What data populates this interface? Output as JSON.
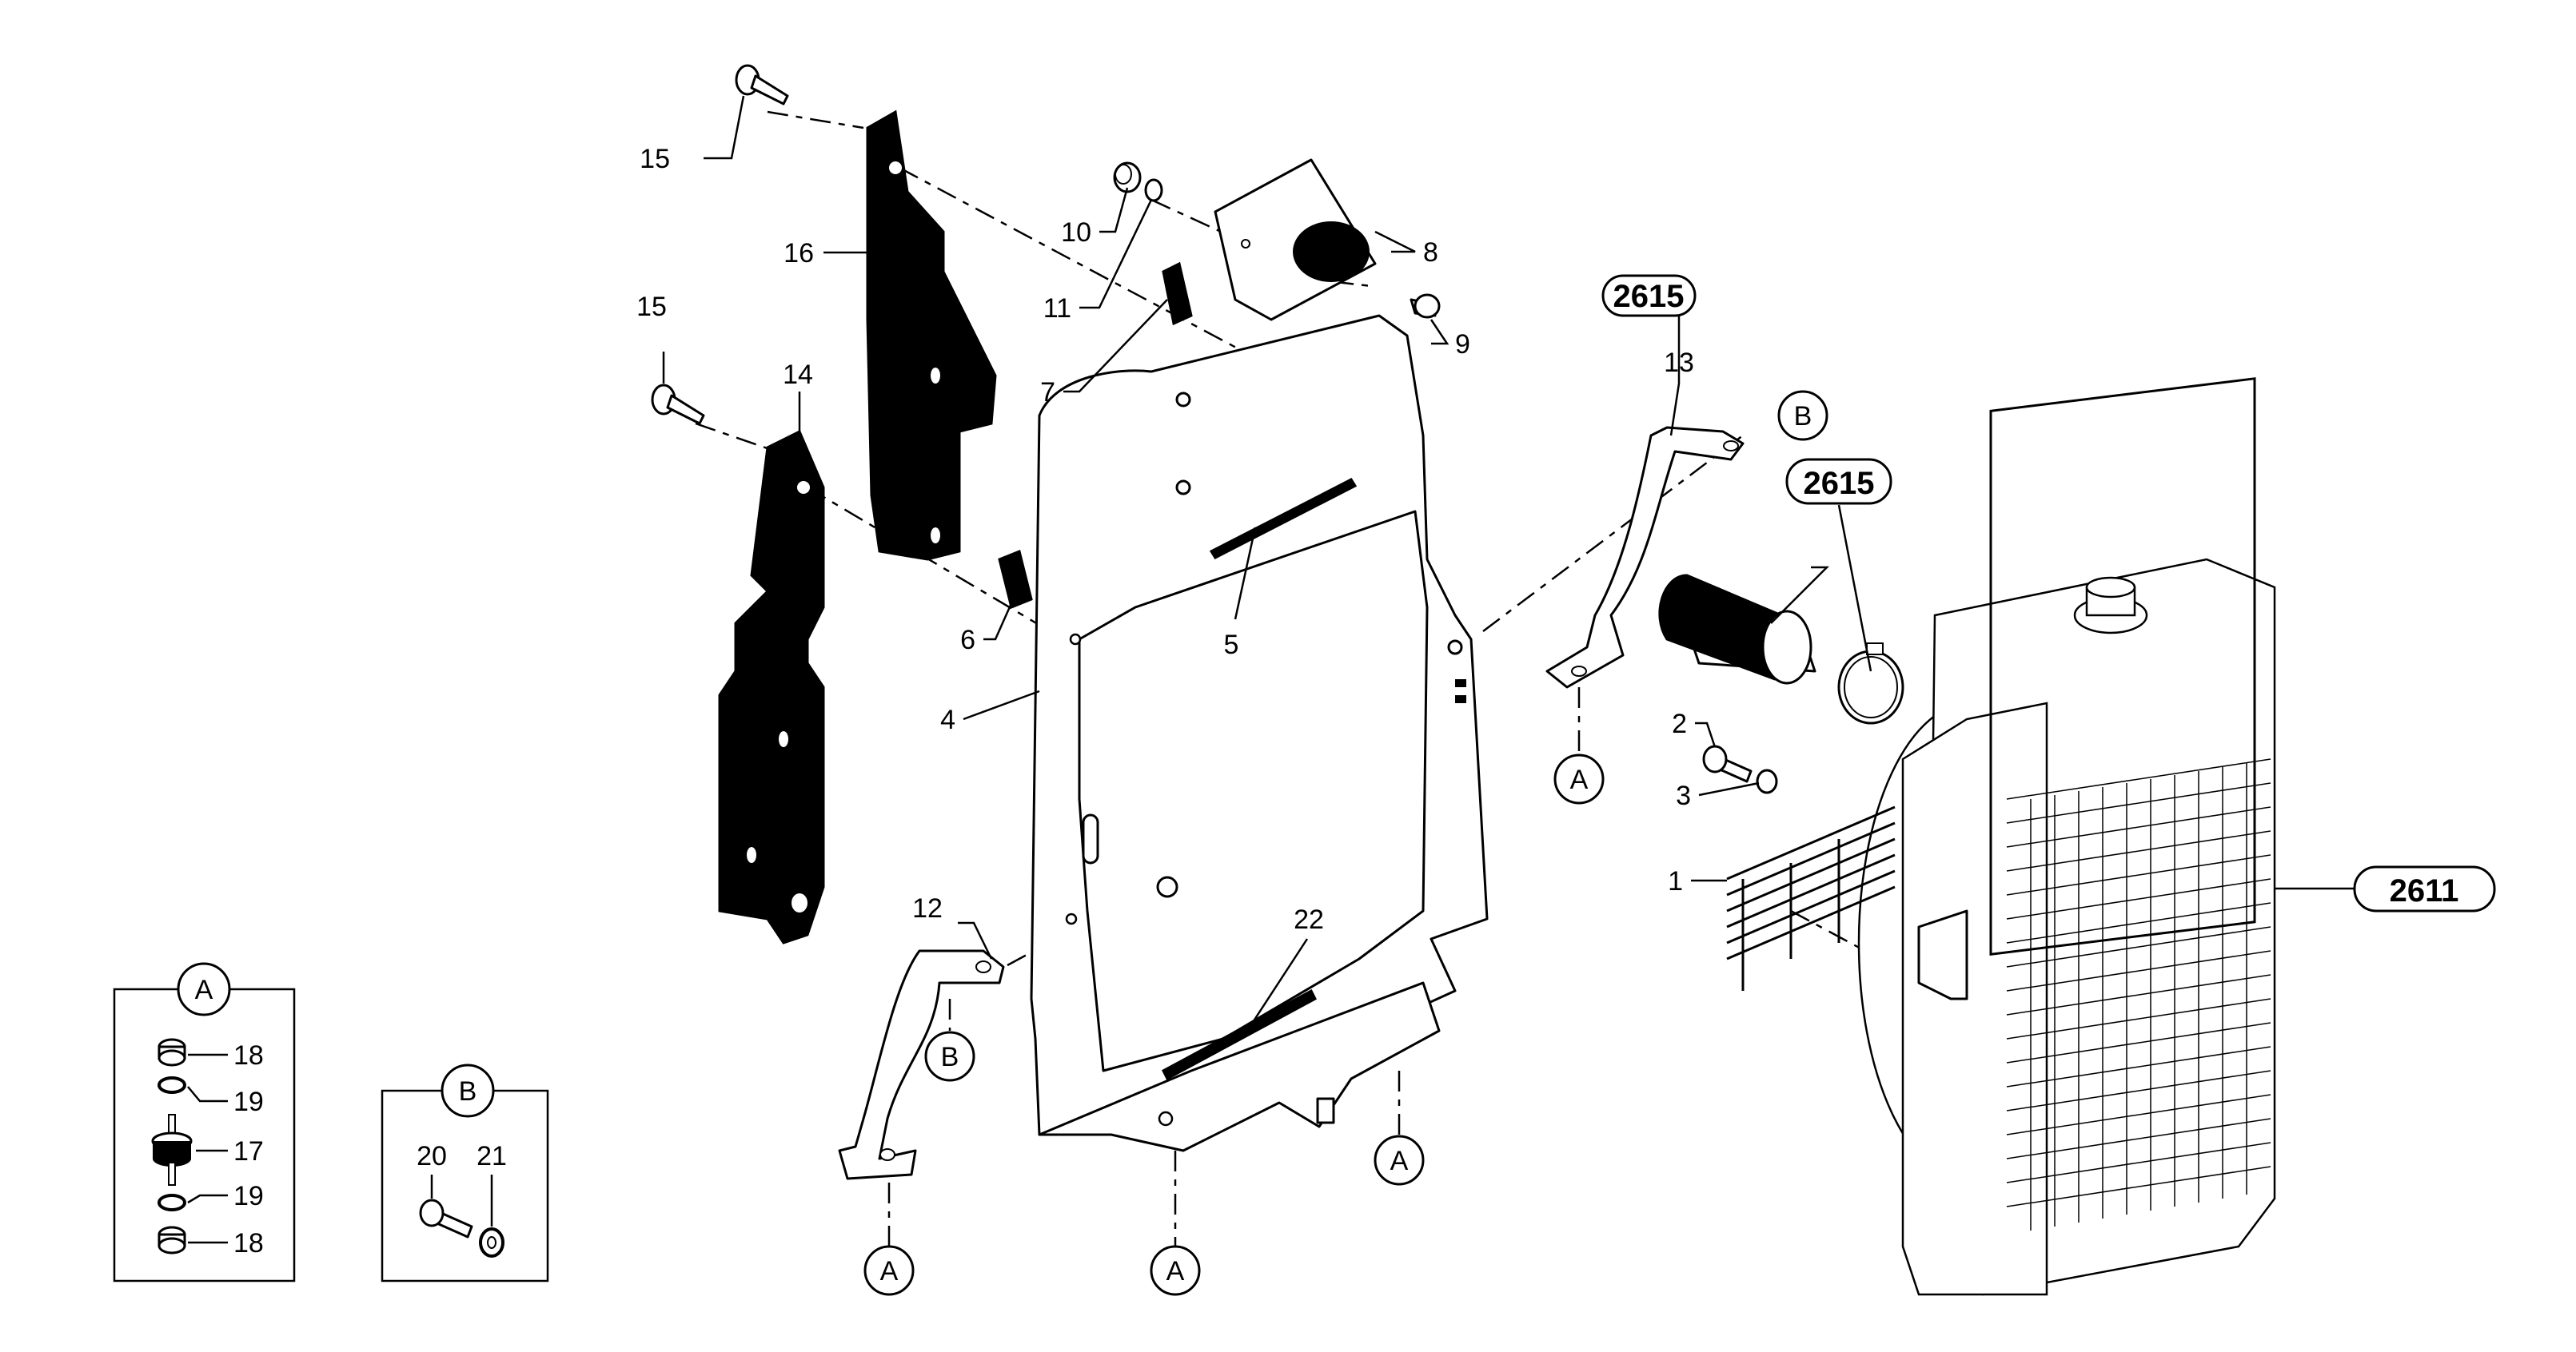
{
  "labels": {
    "p1": "1",
    "p2": "2",
    "p3": "3",
    "p4": "4",
    "p5": "5",
    "p6": "6",
    "p7": "7",
    "p8": "8",
    "p9": "9",
    "p10": "10",
    "p11": "11",
    "p12": "12",
    "p13": "13",
    "p14": "14",
    "p15a": "15",
    "p15b": "15",
    "p16": "16",
    "p22": "22",
    "ia18a": "18",
    "ia19a": "19",
    "ia17": "17",
    "ia19b": "19",
    "ia18b": "18",
    "ib20": "20",
    "ib21": "21"
  },
  "refs": {
    "r2615a": "2615",
    "r2615b": "2615",
    "r2611": "2611"
  },
  "callouts": {
    "a1": "A",
    "a2": "A",
    "a3": "A",
    "a4": "A",
    "b1": "B",
    "b2": "B",
    "inset_a": "A",
    "inset_b": "B"
  }
}
